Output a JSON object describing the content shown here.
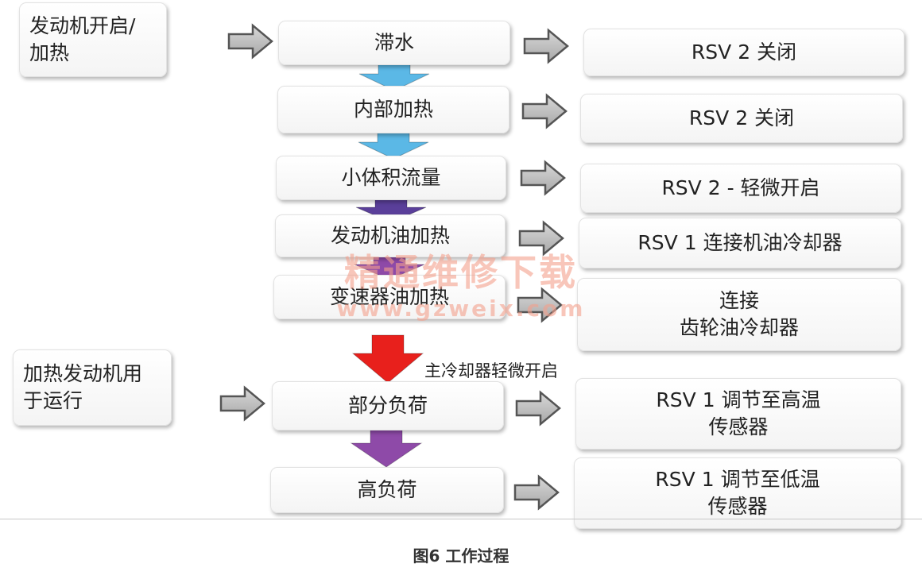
{
  "triggers": {
    "engine_start": [
      "发动机开启/",
      "加热"
    ],
    "engine_run": [
      "加热发动机用",
      "于运行"
    ]
  },
  "steps": [
    {
      "label": "滞水",
      "result": [
        "RSV 2 关闭"
      ]
    },
    {
      "label": "内部加热",
      "result": [
        "RSV 2 关闭"
      ]
    },
    {
      "label": "小体积流量",
      "result": [
        "RSV 2 - 轻微开启"
      ]
    },
    {
      "label": "发动机油加热",
      "result": [
        "RSV 1 连接机油冷却器"
      ]
    },
    {
      "label": "变速器油加热",
      "result": [
        "连接",
        "齿轮油冷却器"
      ]
    },
    {
      "label": "部分负荷",
      "result": [
        "RSV 1 调节至高温",
        "传感器"
      ]
    },
    {
      "label": "高负荷",
      "result": [
        "RSV 1 调节至低温",
        "传感器"
      ]
    }
  ],
  "transition_note": "主冷却器轻微开启",
  "watermark": {
    "title": "精通维修下载",
    "url": "www.gzweix.com"
  },
  "caption": "图6  工作过程",
  "colors": {
    "flow_blue": "#5bb8e6",
    "flow_indigo": "#5a3f9a",
    "flow_purple": "#8e4aa8",
    "flow_red": "#e8201c",
    "side_arrow_gray": "#b8b8b8"
  }
}
